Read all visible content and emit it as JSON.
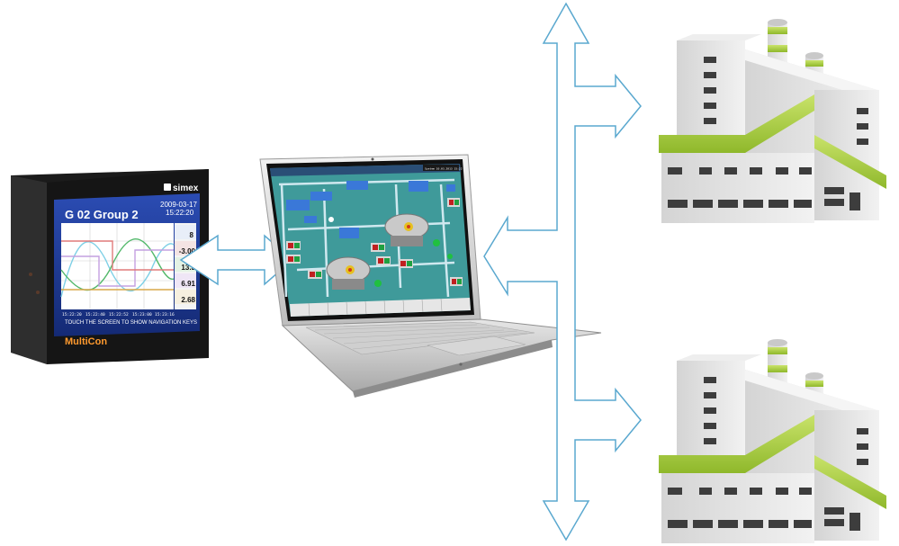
{
  "recorder": {
    "brand": "simex",
    "model": "MultiCon",
    "screen_title": "G 02  Group 2",
    "date": "2009-03-17",
    "time": "15:22:20",
    "readings": [
      "8",
      "-3.00",
      "13.3",
      "6.91",
      "2.68"
    ],
    "time_axis": [
      "15:22:20",
      "15:22:40",
      "15:22:52",
      "15:23:00",
      "15:23:16"
    ],
    "footer_text": "TOUCH THE SCREEN TO SHOW NAVIGATION KEYS"
  },
  "laptop": {
    "header_text": "System 10.03.2013 15:22"
  },
  "colors": {
    "arrow_stroke": "#5aa8cf",
    "factory_green": "#a3c93a",
    "factory_gray": "#d9d9d9",
    "recorder_screen": "#1f3a93",
    "scada_bg": "#3f9a9a"
  }
}
